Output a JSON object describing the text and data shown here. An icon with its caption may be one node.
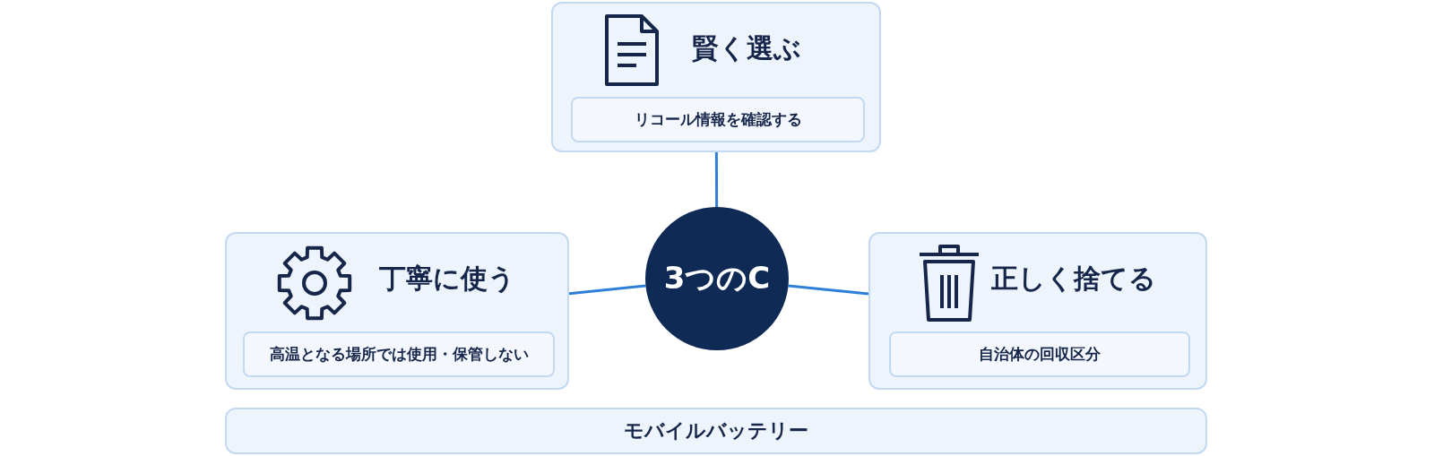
{
  "diagram": {
    "nodes": [
      {
        "text": [
          "賢く選ぶ"
        ]
      },
      {
        "text": [
          "リコール情報を確認する"
        ],
        "in": 0
      },
      {
        "text": [
          "3つのC"
        ]
      },
      {
        "text": [
          "丁寧に使う"
        ]
      },
      {
        "text": [
          "高温となる場所では使用・保管しない"
        ],
        "in": 3
      },
      {
        "text": [
          "正しく捨てる"
        ]
      },
      {
        "text": [
          "自治体の回収区分"
        ],
        "in": 5
      },
      {
        "text": [
          "モバイルバッテリー"
        ]
      }
    ],
    "edges": [
      {
        "from": 2,
        "to": 0,
        "arrow": "none"
      },
      {
        "from": 2,
        "to": 3,
        "arrow": "none"
      },
      {
        "from": 2,
        "to": 5,
        "arrow": "none"
      }
    ]
  }
}
